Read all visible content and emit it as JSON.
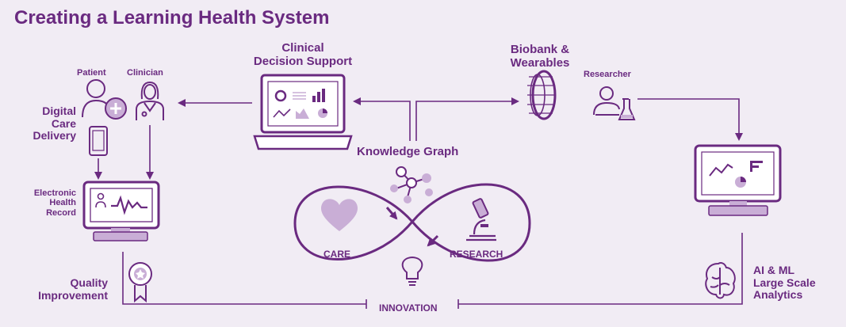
{
  "title": "Creating a Learning Health System",
  "labels": {
    "patient": "Patient",
    "clinician": "Clinician",
    "digital_care_delivery": "Digital\nCare\nDelivery",
    "electronic_health_record": "Electronic\nHealth\nRecord",
    "clinical_decision_support": "Clinical\nDecision Support",
    "knowledge_graph": "Knowledge Graph",
    "biobank_wearables": "Biobank &\nWearables",
    "researcher": "Researcher",
    "care": "CARE",
    "research": "RESEARCH",
    "innovation": "INNOVATION",
    "quality_improvement": "Quality\nImprovement",
    "ai_ml_analytics": "AI & ML\nLarge Scale\nAnalytics"
  },
  "colors": {
    "primary": "#6a2a80",
    "light": "#c9aed6",
    "background": "#f1ecf4"
  },
  "icons": [
    "patient-icon",
    "clinician-icon",
    "smartphone-icon",
    "ehr-monitor-icon",
    "laptop-dashboard-icon",
    "knowledge-graph-icon",
    "biobank-ring-icon",
    "researcher-icon",
    "analytics-monitor-icon",
    "heart-icon",
    "microscope-icon",
    "lightbulb-icon",
    "award-ribbon-icon",
    "brain-icon",
    "infinity-loop-icon"
  ]
}
